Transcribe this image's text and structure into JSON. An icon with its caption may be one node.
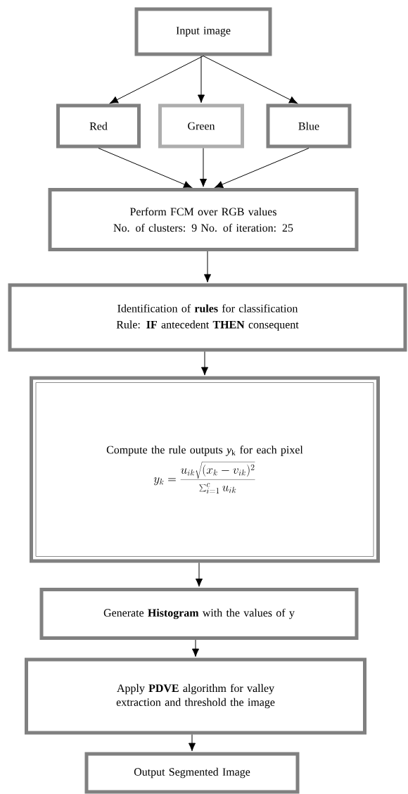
{
  "diagram": {
    "nodes": [
      {
        "text": [
          "Input image"
        ]
      },
      {
        "text": [
          "Red"
        ]
      },
      {
        "text": [
          "Green"
        ]
      },
      {
        "text": [
          "Blue"
        ]
      },
      {
        "text": [
          "Perform FCM over RGB values",
          "No. of clusters: 9 No. of iteration: 25"
        ]
      },
      {
        "text": [
          "Identification of **rules** for classification",
          "Rule: **IF** antecedent **THEN** consequent"
        ]
      },
      {
        "text": [
          "Compute the rule outputs *y*$_{k}$ for each pixel",
          "y_k = \\frac{u_{ik}\\sqrt{(x_k - v_{ik})^2}}{\\sum_{i=1}^{c} u_{ik}}"
        ]
      },
      {
        "text": [
          "Generate **Histogram** with the values of y"
        ]
      },
      {
        "text": [
          "Apply **PDVE** algorithm for valley extraction and threshold the image"
        ]
      },
      {
        "text": [
          "Output Segmented Image"
        ]
      }
    ],
    "edges": [
      {
        "from": 0,
        "to": 1,
        "arrow": "to"
      },
      {
        "from": 0,
        "to": 2,
        "arrow": "to"
      },
      {
        "from": 0,
        "to": 3,
        "arrow": "to"
      },
      {
        "from": 1,
        "to": 4,
        "arrow": "to"
      },
      {
        "from": 2,
        "to": 4,
        "arrow": "to"
      },
      {
        "from": 3,
        "to": 4,
        "arrow": "to"
      },
      {
        "from": 4,
        "to": 5,
        "arrow": "to"
      },
      {
        "from": 5,
        "to": 6,
        "arrow": "to"
      },
      {
        "from": 6,
        "to": 7,
        "arrow": "to"
      },
      {
        "from": 7,
        "to": 8,
        "arrow": "to"
      },
      {
        "from": 8,
        "to": 9,
        "arrow": "to"
      }
    ]
  }
}
